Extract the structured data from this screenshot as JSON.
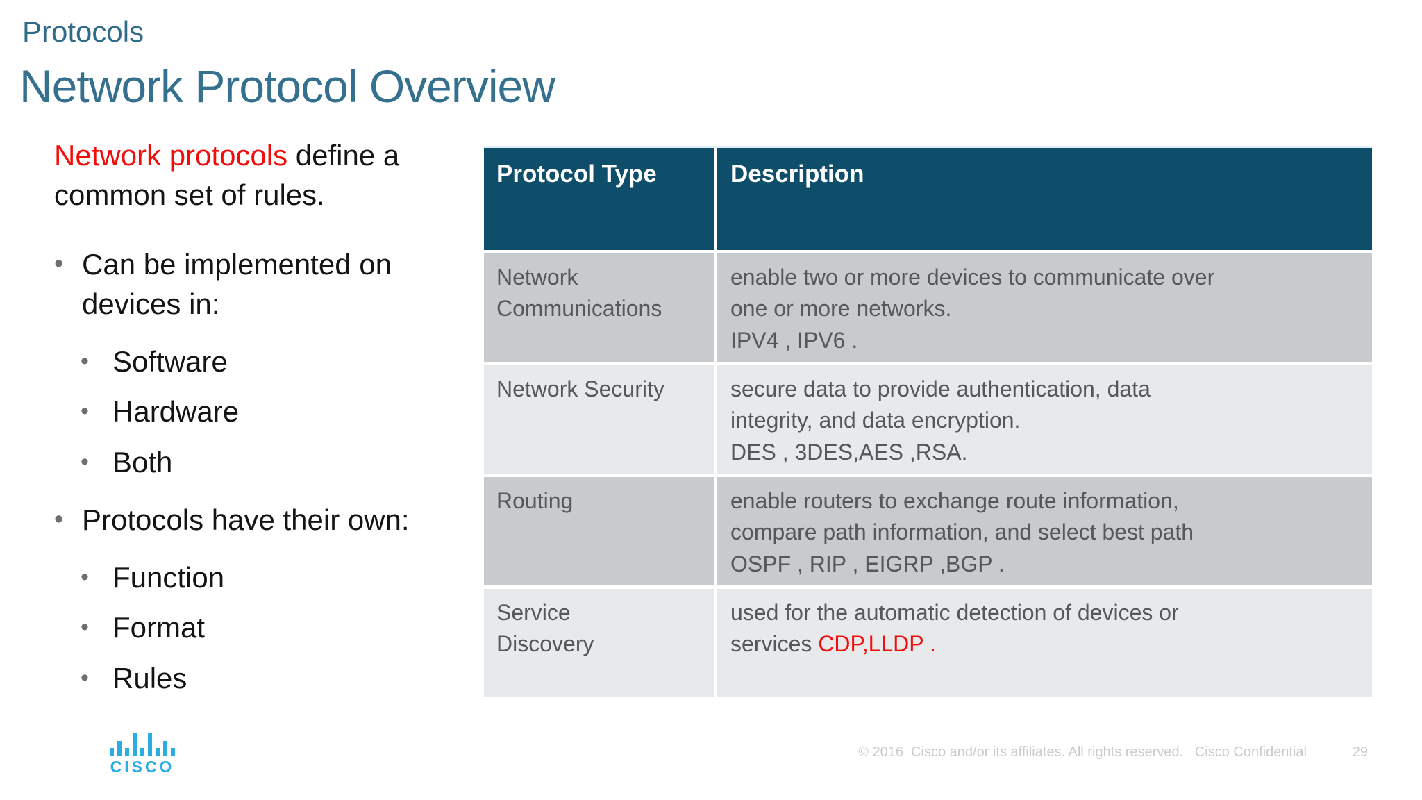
{
  "slide": {
    "kicker": "Protocols",
    "title": "Network Protocol Overview"
  },
  "intro": {
    "highlight": "Network protocols",
    "rest": " define a common set of rules."
  },
  "bullets": [
    {
      "label": "Can be implemented on devices in:",
      "children": [
        "Software",
        "Hardware",
        "Both"
      ]
    },
    {
      "label": "Protocols have their own:",
      "children": [
        "Function",
        "Format",
        "Rules"
      ]
    }
  ],
  "table": {
    "headers": [
      "Protocol Type",
      "Description"
    ],
    "rows": [
      {
        "type": "Network\nCommunications",
        "desc": "enable two or more devices to communicate over\none or more networks.\nIPV4 , IPV6 ."
      },
      {
        "type": "Network Security",
        "desc": "secure data to provide authentication, data\nintegrity, and data encryption.\nDES , 3DES,AES ,RSA."
      },
      {
        "type": "Routing",
        "desc": "enable routers to exchange route information,\ncompare path information, and select  best path\nOSPF , RIP , EIGRP ,BGP ."
      },
      {
        "type": "Service\nDiscovery",
        "desc": "used for the automatic detection of devices or\nservices ",
        "desc_red": "CDP,LLDP ."
      }
    ]
  },
  "footer": {
    "logo_text": "CISCO",
    "copyright": "© 2016  Cisco and/or its affiliates. All rights reserved.   Cisco Confidential",
    "page_number": "29"
  },
  "icons": {
    "bullet": "•"
  },
  "colors": {
    "title_teal": "#35718f",
    "table_header_bg": "#0f4e6a",
    "row_dark": "#c7cbcd",
    "row_light": "#e8e9ea",
    "body_gray": "#54585b",
    "accent_red": "#f20d0d",
    "cisco_blue": "#29ade2",
    "footer_gray": "#c9cacc"
  }
}
